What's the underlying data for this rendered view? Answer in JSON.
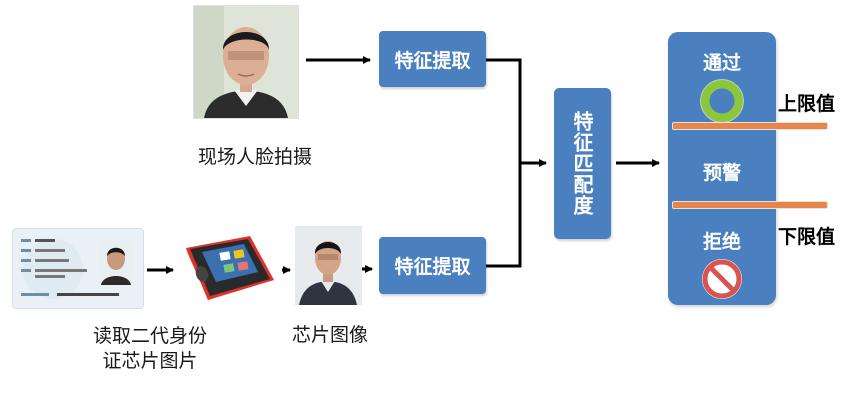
{
  "captions": {
    "live_capture": "现场人脸拍摄",
    "read_id_line1": "读取二代身份",
    "read_id_line2": "证芯片图片",
    "chip_image": "芯片图像"
  },
  "boxes": {
    "extract_top": "特征提取",
    "extract_bottom": "特征提取",
    "match": "特征匹配度"
  },
  "result_panel": {
    "pass": "通过",
    "warning": "预警",
    "reject": "拒绝"
  },
  "thresholds": {
    "upper": "上限值",
    "lower": "下限值"
  },
  "colors": {
    "box_blue": "#4a80c0",
    "threshold_orange": "#e8864a",
    "pass_green": "#8cc63f",
    "reject_red": "#d9534f"
  }
}
